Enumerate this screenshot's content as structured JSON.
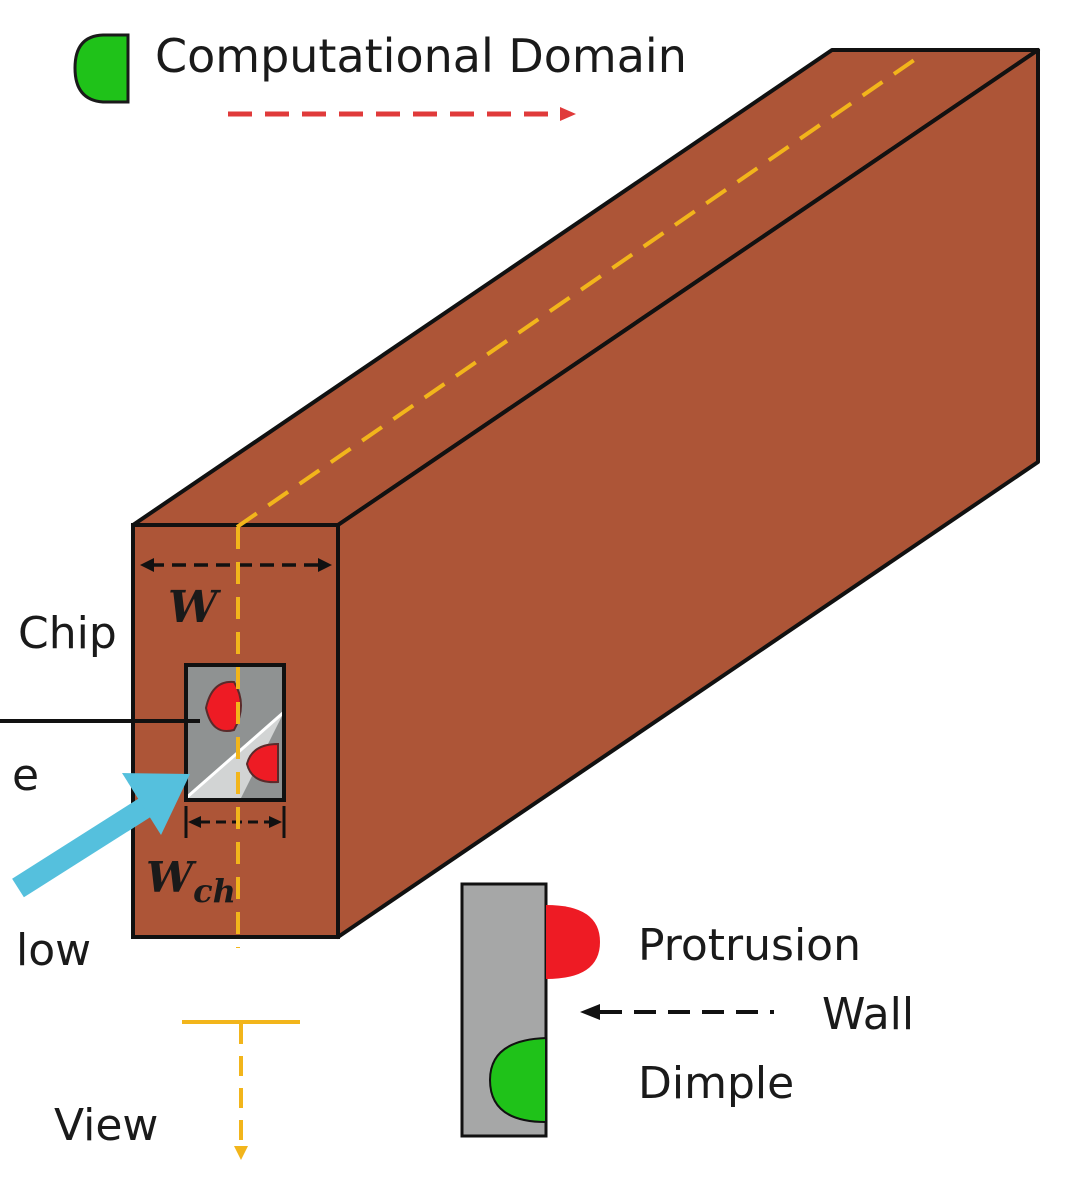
{
  "legend": {
    "computational_domain": "Computational Domain"
  },
  "labels": {
    "w": "W",
    "w_ch_main": "W",
    "w_ch_sub": "ch",
    "chip": "Chip",
    "e_fragment": "e",
    "flow_fragment": "low",
    "view_fragment": "View",
    "protrusion": "Protrusion",
    "wall": "Wall",
    "dimple": "Dimple"
  },
  "colors": {
    "copper": "#ad5537",
    "copper_dark": "#9a4a2f",
    "gray": "#a6a7a7",
    "red": "#ee1b24",
    "green": "#1fc219",
    "orange": "#f2b51b",
    "arrow_red": "#e03a3a",
    "flow_blue": "#55c0dd"
  }
}
